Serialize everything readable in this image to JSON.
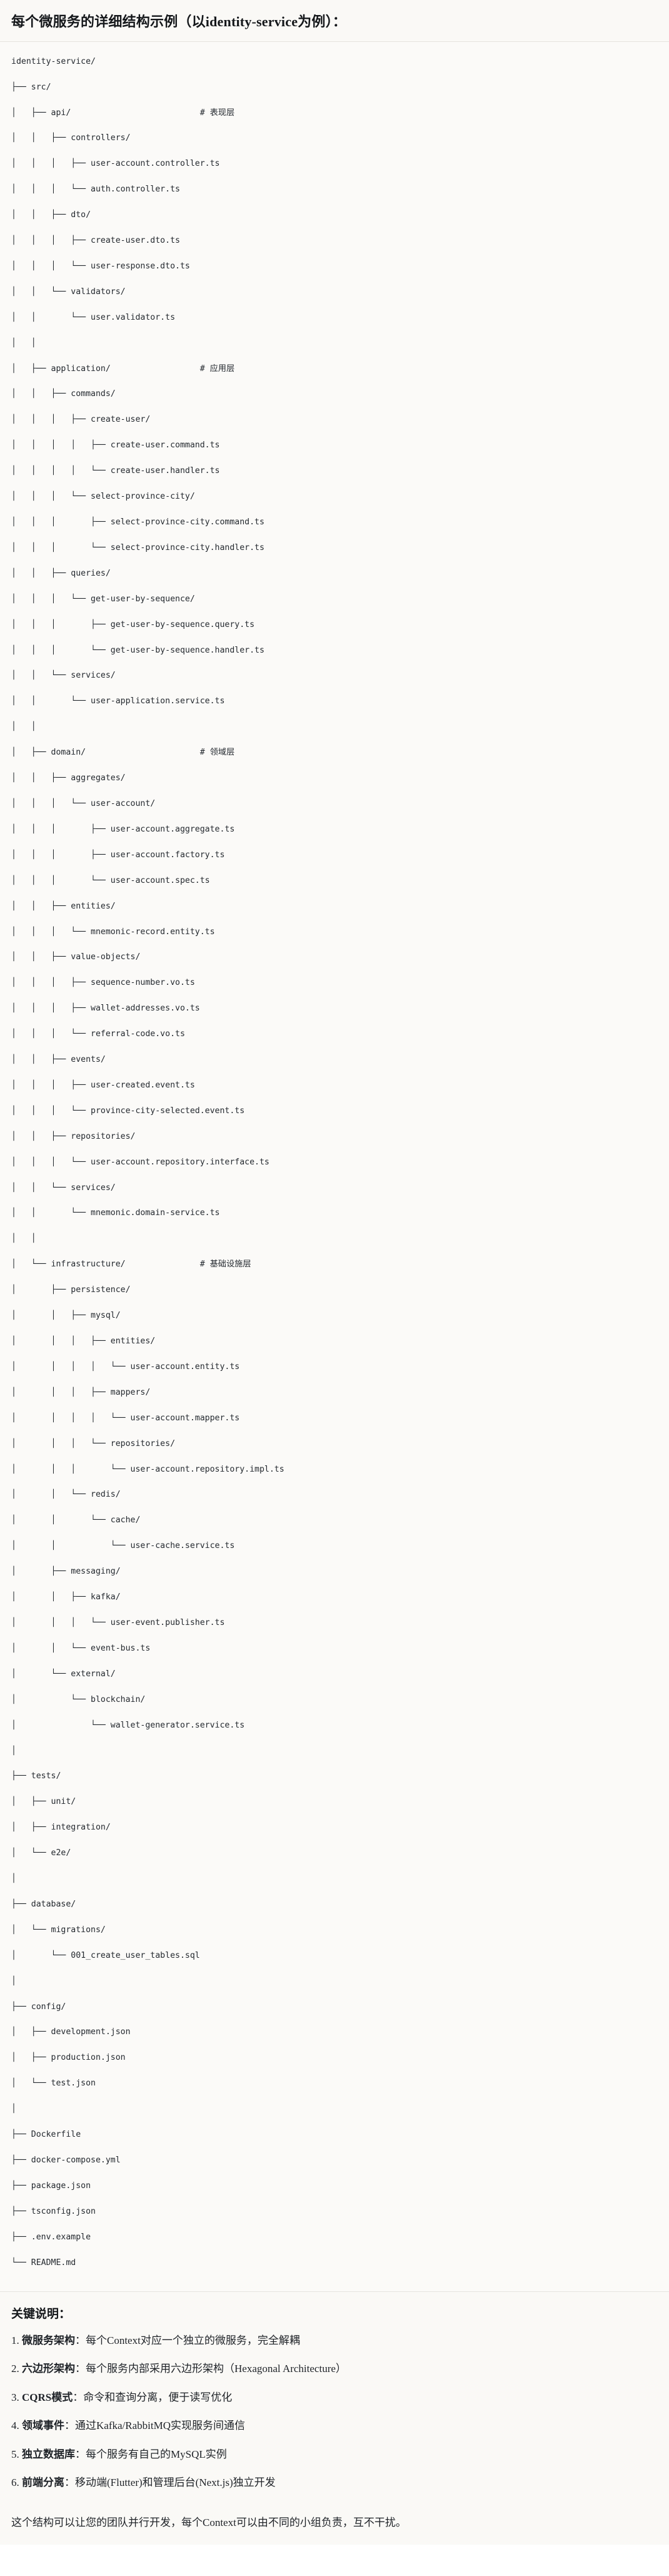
{
  "header": {
    "title": "每个微服务的详细结构示例（以identity-service为例）："
  },
  "tree": {
    "lines": [
      "identity-service/",
      "├── src/",
      "│   ├── api/                          # 表现层",
      "│   │   ├── controllers/",
      "│   │   │   ├── user-account.controller.ts",
      "│   │   │   └── auth.controller.ts",
      "│   │   ├── dto/",
      "│   │   │   ├── create-user.dto.ts",
      "│   │   │   └── user-response.dto.ts",
      "│   │   └── validators/",
      "│   │       └── user.validator.ts",
      "│   │",
      "│   ├── application/                  # 应用层",
      "│   │   ├── commands/",
      "│   │   │   ├── create-user/",
      "│   │   │   │   ├── create-user.command.ts",
      "│   │   │   │   └── create-user.handler.ts",
      "│   │   │   └── select-province-city/",
      "│   │   │       ├── select-province-city.command.ts",
      "│   │   │       └── select-province-city.handler.ts",
      "│   │   ├── queries/",
      "│   │   │   └── get-user-by-sequence/",
      "│   │   │       ├── get-user-by-sequence.query.ts",
      "│   │   │       └── get-user-by-sequence.handler.ts",
      "│   │   └── services/",
      "│   │       └── user-application.service.ts",
      "│   │",
      "│   ├── domain/                       # 领域层",
      "│   │   ├── aggregates/",
      "│   │   │   └── user-account/",
      "│   │   │       ├── user-account.aggregate.ts",
      "│   │   │       ├── user-account.factory.ts",
      "│   │   │       └── user-account.spec.ts",
      "│   │   ├── entities/",
      "│   │   │   └── mnemonic-record.entity.ts",
      "│   │   ├── value-objects/",
      "│   │   │   ├── sequence-number.vo.ts",
      "│   │   │   ├── wallet-addresses.vo.ts",
      "│   │   │   └── referral-code.vo.ts",
      "│   │   ├── events/",
      "│   │   │   ├── user-created.event.ts",
      "│   │   │   └── province-city-selected.event.ts",
      "│   │   ├── repositories/",
      "│   │   │   └── user-account.repository.interface.ts",
      "│   │   └── services/",
      "│   │       └── mnemonic.domain-service.ts",
      "│   │",
      "│   └── infrastructure/               # 基础设施层",
      "│       ├── persistence/",
      "│       │   ├── mysql/",
      "│       │   │   ├── entities/",
      "│       │   │   │   └── user-account.entity.ts",
      "│       │   │   ├── mappers/",
      "│       │   │   │   └── user-account.mapper.ts",
      "│       │   │   └── repositories/",
      "│       │   │       └── user-account.repository.impl.ts",
      "│       │   └── redis/",
      "│       │       └── cache/",
      "│       │           └── user-cache.service.ts",
      "│       ├── messaging/",
      "│       │   ├── kafka/",
      "│       │   │   └── user-event.publisher.ts",
      "│       │   └── event-bus.ts",
      "│       └── external/",
      "│           └── blockchain/",
      "│               └── wallet-generator.service.ts",
      "│",
      "├── tests/",
      "│   ├── unit/",
      "│   ├── integration/",
      "│   └── e2e/",
      "│",
      "├── database/",
      "│   └── migrations/",
      "│       └── 001_create_user_tables.sql",
      "│",
      "├── config/",
      "│   ├── development.json",
      "│   ├── production.json",
      "│   └── test.json",
      "│",
      "├── Dockerfile",
      "├── docker-compose.yml",
      "├── package.json",
      "├── tsconfig.json",
      "├── .env.example",
      "└── README.md"
    ]
  },
  "notes": {
    "title": "关键说明：",
    "items": [
      {
        "term": "微服务架构",
        "sep": "：",
        "desc": "每个Context对应一个独立的微服务，完全解耦"
      },
      {
        "term": "六边形架构",
        "sep": "：",
        "desc": "每个服务内部采用六边形架构（Hexagonal Architecture）"
      },
      {
        "term": "CQRS模式",
        "sep": "：",
        "desc": "命令和查询分离，便于读写优化"
      },
      {
        "term": "领域事件",
        "sep": "：",
        "desc": "通过Kafka/RabbitMQ实现服务间通信"
      },
      {
        "term": "独立数据库",
        "sep": "：",
        "desc": "每个服务有自己的MySQL实例"
      },
      {
        "term": "前端分离",
        "sep": "：",
        "desc": "移动端(Flutter)和管理后台(Next.js)独立开发"
      }
    ],
    "closing": "这个结构可以让您的团队并行开发，每个Context可以由不同的小组负责，互不干扰。"
  }
}
